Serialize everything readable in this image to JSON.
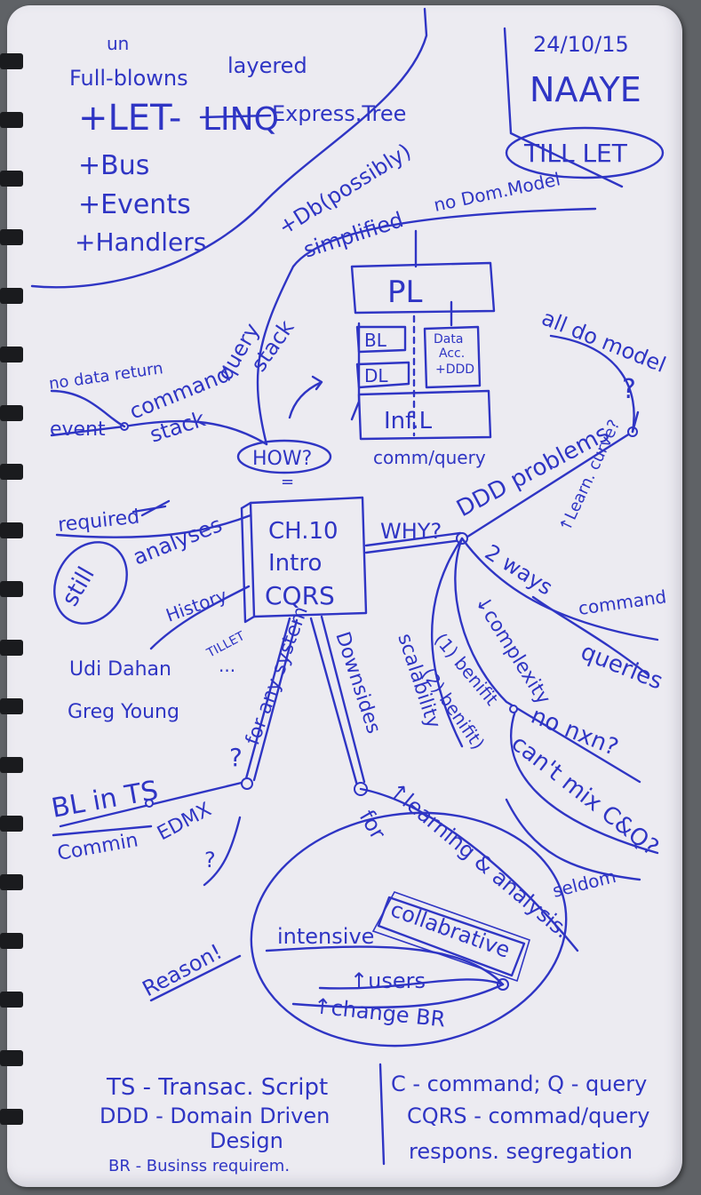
{
  "date": "24/10/15",
  "title_code": "NAAYE",
  "till_let": "TILL LET",
  "topleft": {
    "un": "un",
    "line1": "Full-blowns",
    "layered": "layered",
    "let": "+LET-",
    "linq": "LINQ",
    "express": "Express.Tree",
    "bus": "+Bus",
    "events": "+Events",
    "handlers": "+Handlers"
  },
  "db_possibly": "+Db(possibly)",
  "simplified": "simplified",
  "no_dom_model": "no Dom.Model",
  "query_stack": [
    "query",
    "stack"
  ],
  "command_stack": [
    "command",
    "stack"
  ],
  "no_data_return": "no data return",
  "event": "event",
  "layers": {
    "pl": "PL",
    "bl": "BL",
    "dl": "DL",
    "data_acc": [
      "Data",
      "Acc.",
      "+DDD"
    ],
    "infl": "Inf.L",
    "comm_query": "comm/query"
  },
  "how": "HOW?",
  "how_eq": "=",
  "center": [
    "CH.10",
    "Intro",
    "CQRS"
  ],
  "why": "WHY?",
  "ddd_problems": "DDD problems",
  "q1": "?",
  "all_do_model": "all do model",
  "learn_curve": "↑Learn. curve?",
  "two_ways": "2 ways",
  "command": "command",
  "queries": "queries",
  "complexity": "↓complexity",
  "benifit1": "(1) benifit",
  "benifit2": "(2) benifit)",
  "scalability": "scalability",
  "no_nxn": "no nxn?",
  "cant_mix": "can't mix C&Q?",
  "seldom": "seldom",
  "required": "required",
  "still": "still",
  "analyses": "analyses",
  "history": "History",
  "tillet": "TILLET",
  "dots": "...",
  "people": [
    "Udi Dahan",
    "Greg Young"
  ],
  "for_any_system": "for any system",
  "q2": "?",
  "bl_in_ts": "BL in TS",
  "commin": "Commin",
  "edmx": "EDMX",
  "q3": "?",
  "downsides": "Downsides",
  "learning": "↑learning & analysis.",
  "for": "for",
  "collabrative": "collabrative",
  "intensive": "intensive",
  "users": "↑users",
  "change_br": "↑change BR",
  "reason": "Reason!",
  "legend_left": [
    "TS - Transac. Script",
    "DDD - Domain Driven",
    "Design",
    "BR - Businss requirem."
  ],
  "legend_right": [
    "C - command; Q - query",
    "CQRS - commad/query",
    "respons. segregation"
  ]
}
